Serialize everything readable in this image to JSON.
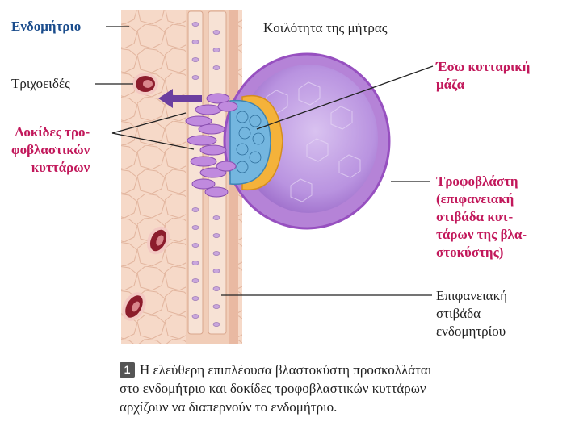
{
  "labels": {
    "endometrium": "Ενδομήτριο",
    "uterine_cavity": "Κοιλότητα της μήτρας",
    "capillaries": "Τριχοειδές",
    "villi_line1": "Δοκίδες τρο-",
    "villi_line2": "φοβλαστικών",
    "villi_line3": "κυττάρων",
    "inner_mass_line1": "Έσω κυτταρική",
    "inner_mass_line2": "μάζα",
    "troph_line1": "Τροφοβλάστη",
    "troph_line2": "(επιφανειακή",
    "troph_line3": "στιβάδα κυτ-",
    "troph_line4": "τάρων της βλα-",
    "troph_line5": "στοκύστης)",
    "surface_line1": "Επιφανειακή",
    "surface_line2": "στιβάδα",
    "surface_line3": "ενδομητρίου"
  },
  "caption": {
    "number": "1",
    "line1": "Η ελεύθερη επιπλέουσα βλαστοκύστη προσκολλάται",
    "line2": "στο ενδομήτριο και δοκίδες τροφοβλαστικών κυττάρων",
    "line3": "αρχίζουν να διαπερνούν το ενδομήτριο."
  },
  "colors": {
    "tissue": "#f5d6c4",
    "tissue_line": "#e0b39c",
    "blastocyst_fill": "#c7a4e6",
    "blastocyst_rim": "#a35fc4",
    "inner_mass": "#6fb2dc",
    "yolk": "#f4b23a",
    "label_pink": "#c2185b",
    "label_blue": "#1a4c8c",
    "arrow": "#6b3fa0"
  }
}
